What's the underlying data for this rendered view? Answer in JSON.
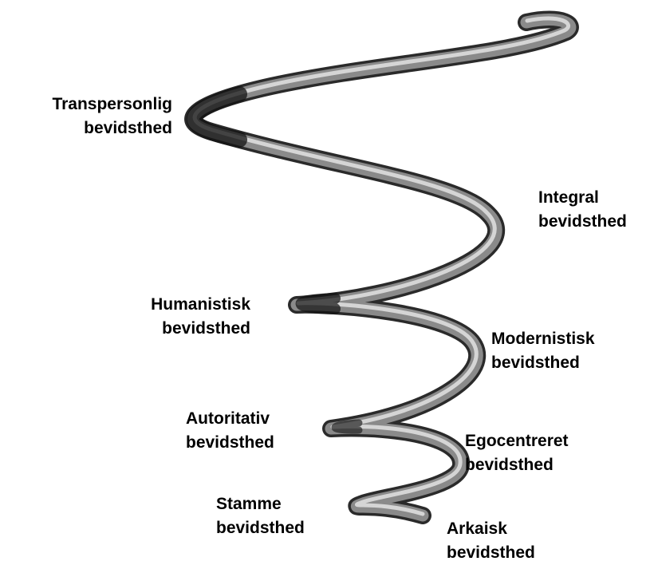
{
  "stages": [
    {
      "id": "arkaisk",
      "line1": "Arkaisk",
      "line2": "bevidsthed"
    },
    {
      "id": "stamme",
      "line1": "Stamme",
      "line2": "bevidsthed"
    },
    {
      "id": "egocentreret",
      "line1": "Egocentreret",
      "line2": "bevidsthed"
    },
    {
      "id": "autoritativ",
      "line1": "Autoritativ",
      "line2": "bevidsthed"
    },
    {
      "id": "modernistisk",
      "line1": "Modernistisk",
      "line2": "bevidsthed"
    },
    {
      "id": "humanistisk",
      "line1": "Humanistisk",
      "line2": "bevidsthed"
    },
    {
      "id": "integral",
      "line1": "Integral",
      "line2": "bevidsthed"
    },
    {
      "id": "transpersonlig",
      "line1": "Transpersonlig",
      "line2": "bevidsthed"
    }
  ],
  "colors": {
    "label_text": "#000000",
    "spiral_light": "#d9d9d9",
    "spiral_mid": "#8a8a8a",
    "spiral_dark": "#1e1e1e"
  }
}
